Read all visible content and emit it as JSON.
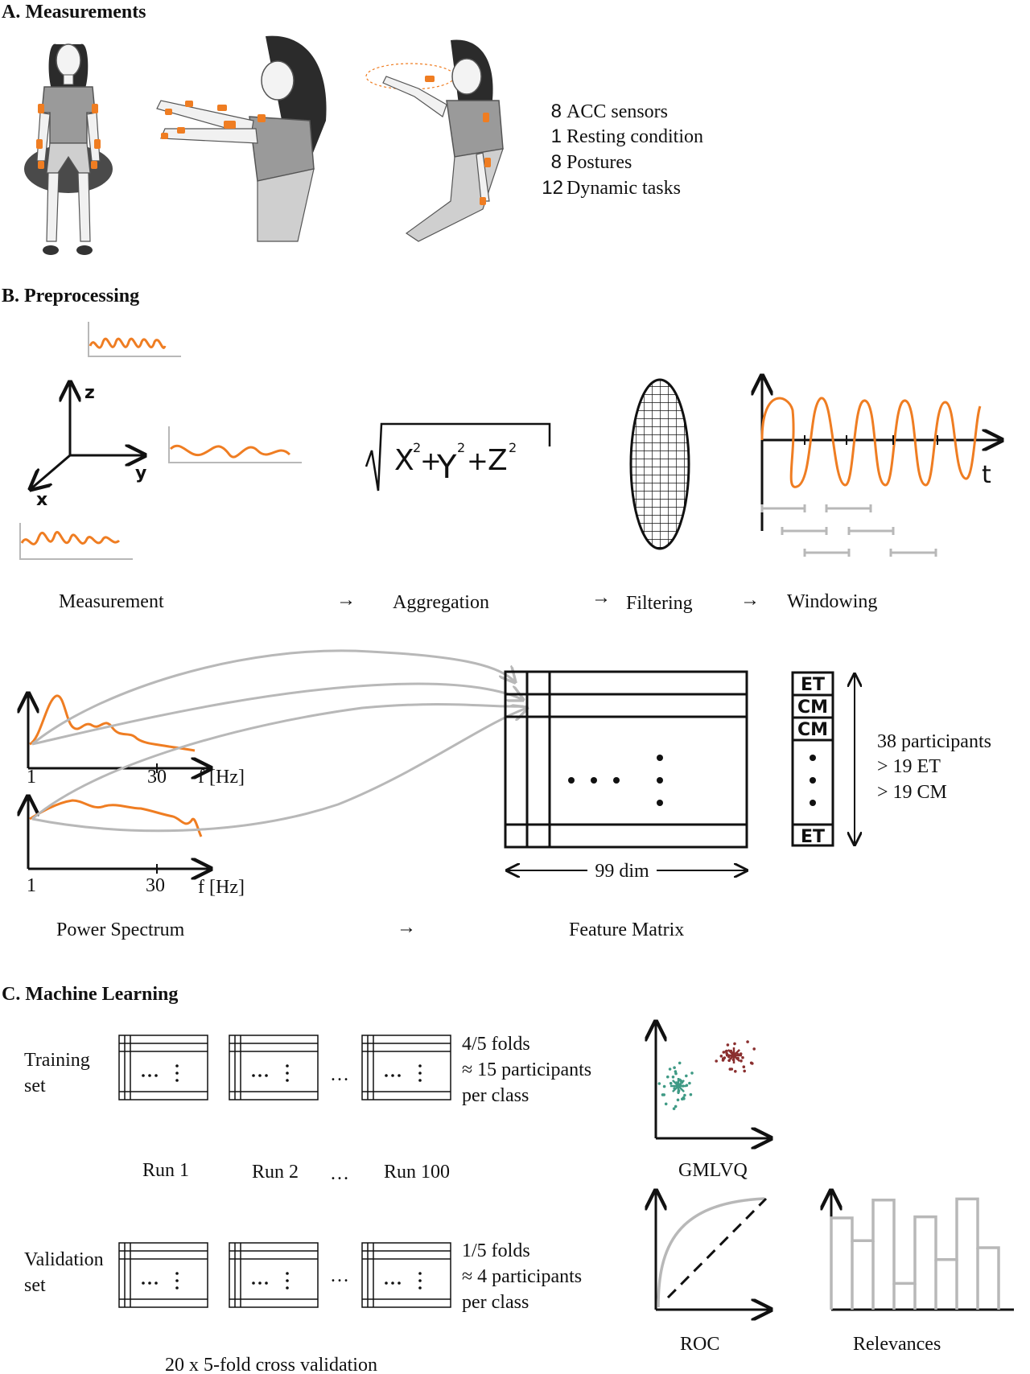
{
  "colors": {
    "orange": "#ef7d22",
    "grey": "#b8b8b8",
    "ink": "#111111",
    "teal": "#3f9a85",
    "darkred": "#8a2f2f"
  },
  "sections": {
    "a": {
      "heading": "A. Measurements",
      "counts": [
        {
          "num": "8",
          "label": "ACC sensors"
        },
        {
          "num": "1",
          "label": "Resting condition"
        },
        {
          "num": "8",
          "label": "Postures"
        },
        {
          "num": "12",
          "label": "Dynamic tasks"
        }
      ]
    },
    "b": {
      "heading": "B. Preprocessing",
      "axes": {
        "x": "x",
        "y": "y",
        "z": "z"
      },
      "formula": {
        "x": "X",
        "y": "Y",
        "z": "Z",
        "sup": "2"
      },
      "time_label": "t",
      "steps": {
        "measurement": "Measurement",
        "aggregation": "Aggregation",
        "filtering": "Filtering",
        "windowing": "Windowing"
      },
      "arrow": "→",
      "spectrum": {
        "tick1": "1",
        "tick30": "30",
        "unit": "f [Hz]",
        "caption": "Power Spectrum"
      },
      "matrix": {
        "caption": "Feature Matrix",
        "dim": "99 dim"
      },
      "labels": [
        "ET",
        "CM",
        "CM",
        "ET"
      ],
      "participants": [
        "38 participants",
        "> 19 ET",
        "> 19 CM"
      ]
    },
    "c": {
      "heading": "C. Machine Learning",
      "training": {
        "label1": "Training",
        "label2": "set",
        "info": [
          "4/5 folds",
          "≈ 15 participants",
          "per class"
        ]
      },
      "validation": {
        "label1": "Validation",
        "label2": "set",
        "info": [
          "1/5 folds",
          "≈ 4 participants",
          "per class"
        ]
      },
      "runs": [
        "Run 1",
        "Run 2",
        "…",
        "Run 100"
      ],
      "ellipsis": "…",
      "gmlvq": "GMLVQ",
      "roc": "ROC",
      "relevances": "Relevances",
      "cv": "20 x 5-fold cross validation",
      "relevance_values": [
        0.77,
        0.58,
        0.92,
        0.22,
        0.78,
        0.42,
        0.93,
        0.52
      ]
    }
  }
}
